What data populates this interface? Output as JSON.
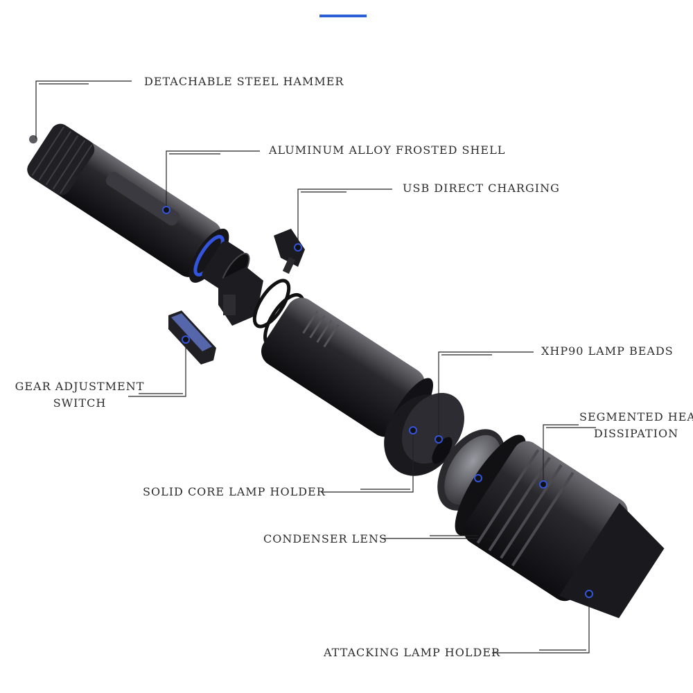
{
  "colors": {
    "accent": "#2a5fd6",
    "body": "#1b1b1d",
    "body_highlight": "#6a6a70",
    "line": "#222222",
    "text": "#2b2b2b",
    "dot": "#3355dd"
  },
  "labels": {
    "hammer": "DETACHABLE STEEL HAMMER",
    "shell": "ALUMINUM ALLOY FROSTED SHELL",
    "usb": "USB DIRECT CHARGING",
    "xhp90": "XHP90 LAMP BEADS",
    "gear_line1": "GEAR ADJUSTMENT",
    "gear_line2": "SWITCH",
    "heat_line1": "SEGMENTED HEAT",
    "heat_line2": "DISSIPATION",
    "solid_core": "SOLID CORE LAMP HOLDER",
    "condenser": "CONDENSER LENS",
    "attacking": "ATTACKING LAMP HOLDER"
  }
}
